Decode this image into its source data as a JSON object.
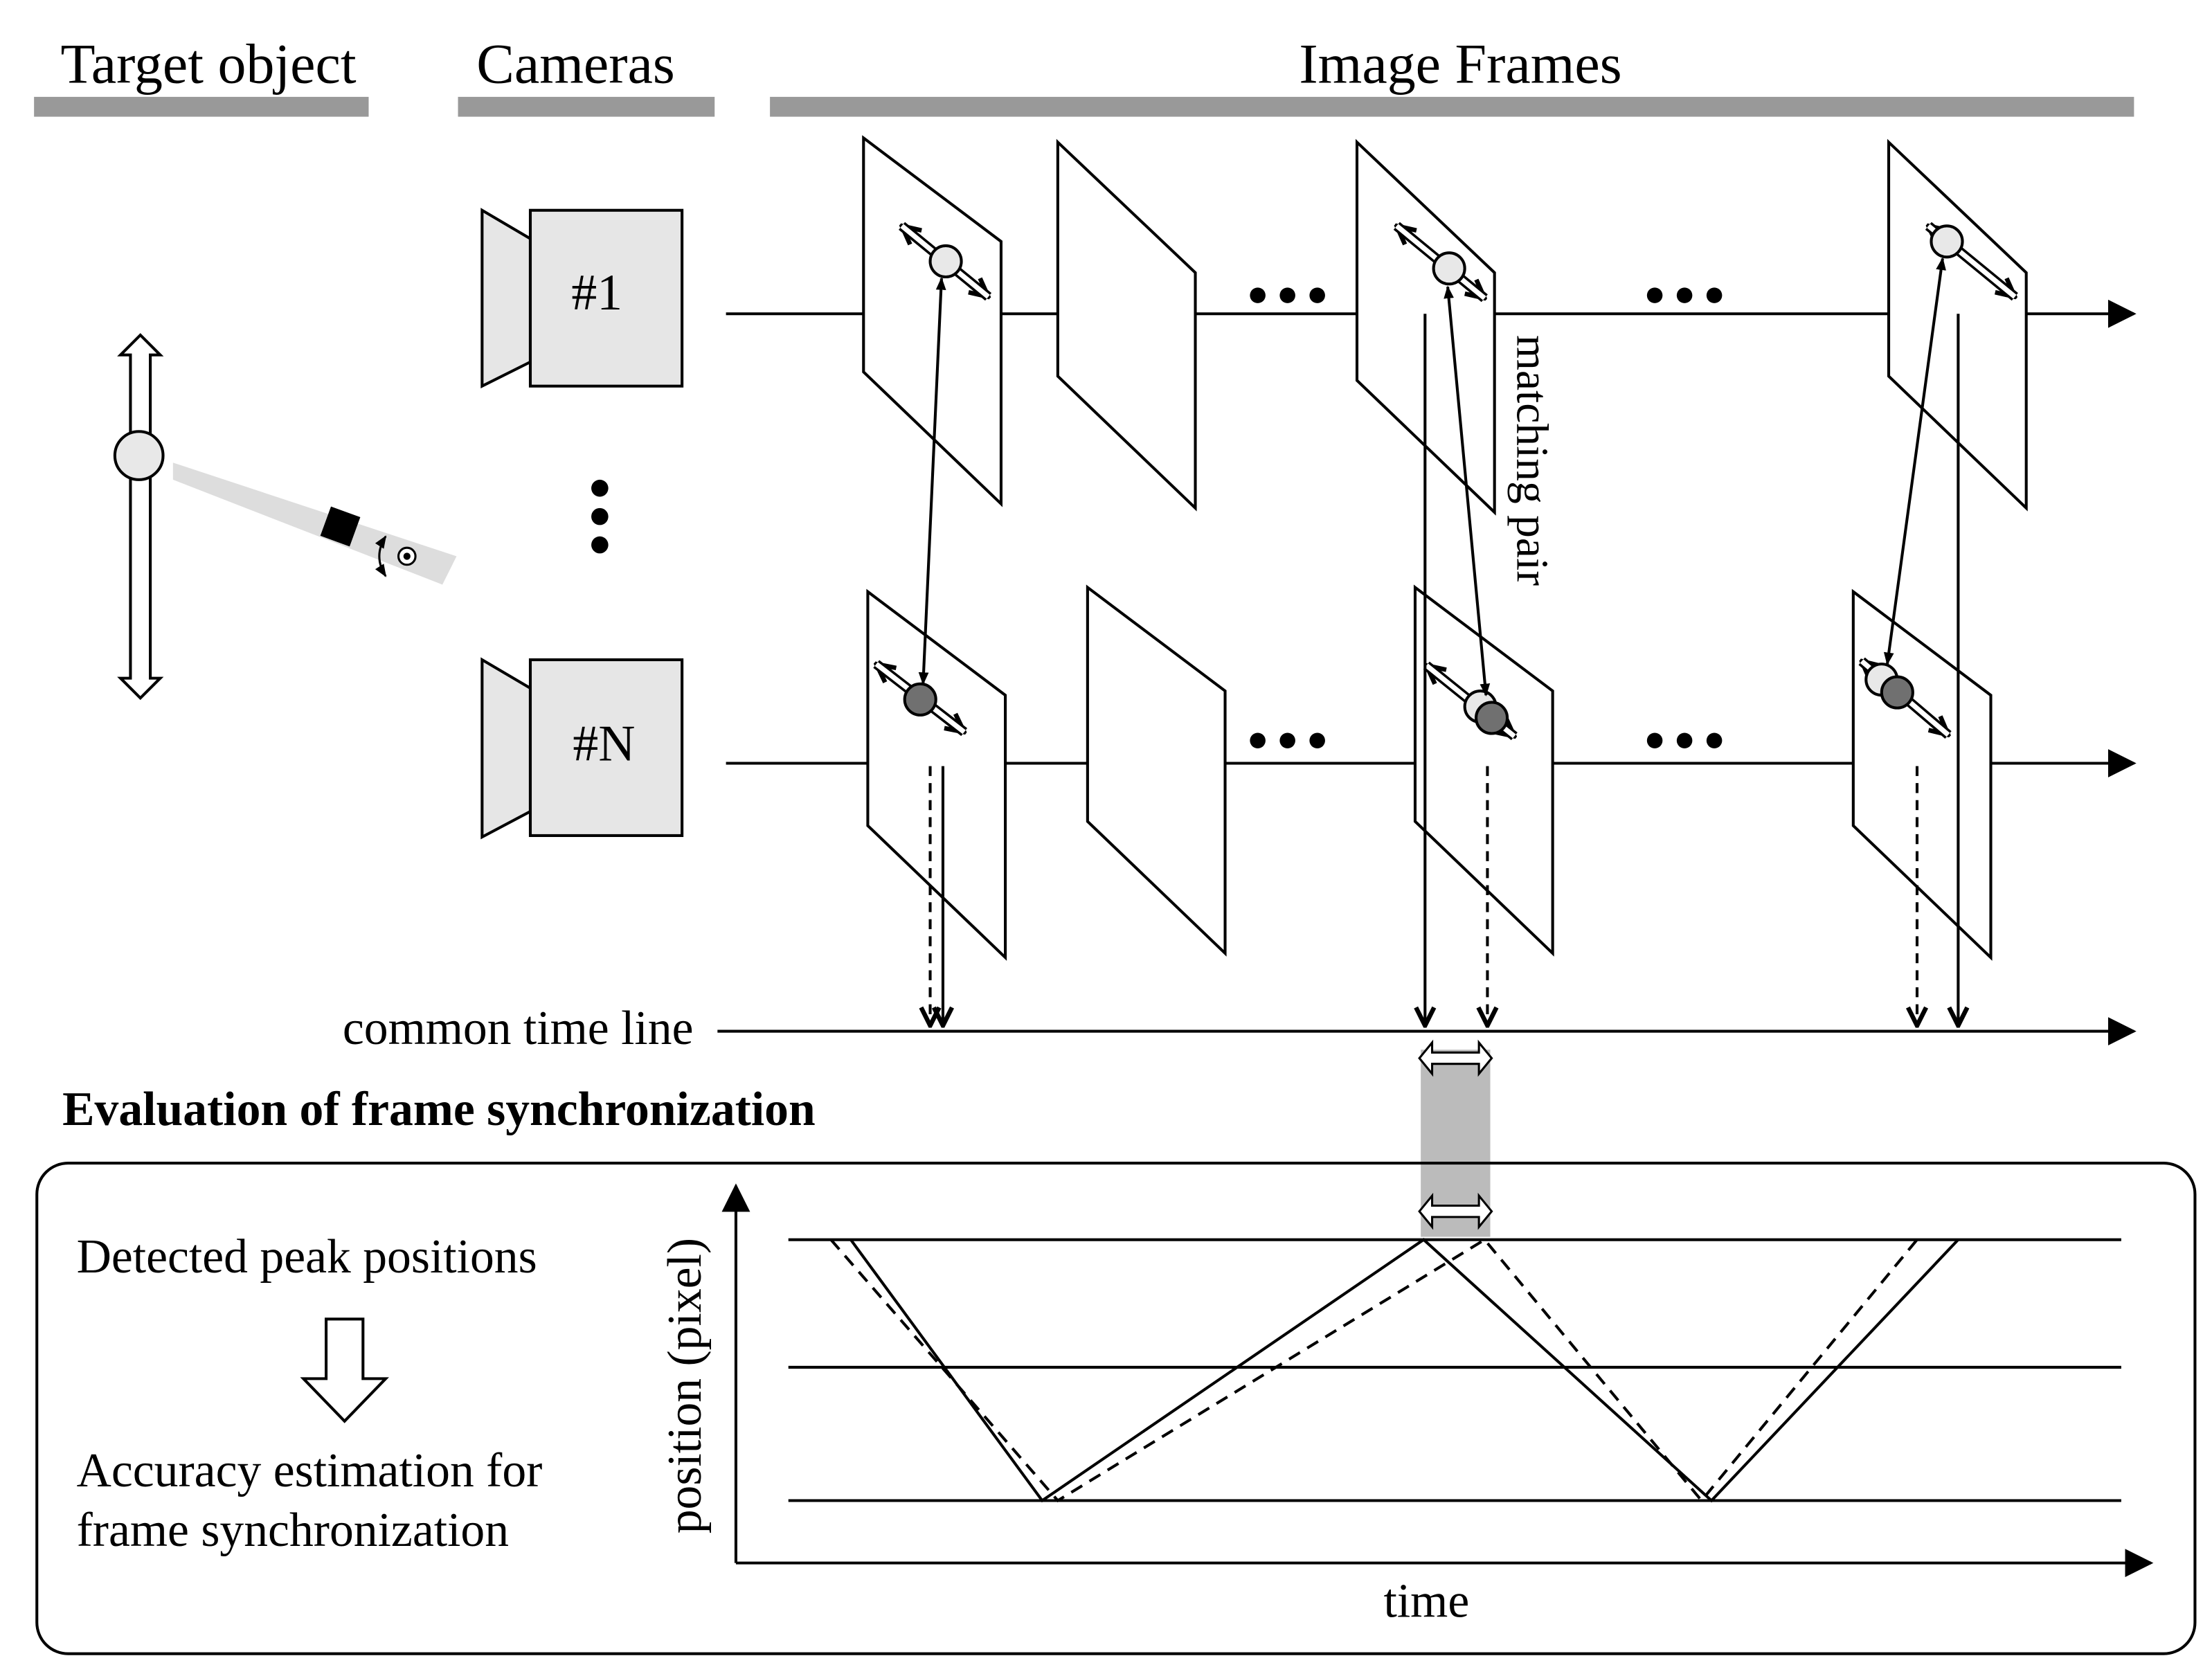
{
  "headers": {
    "target": "Target object",
    "cameras": "Cameras",
    "frames": "Image Frames"
  },
  "cameras": {
    "first": "#1",
    "last": "#N"
  },
  "annotations": {
    "matching_pair": "matching pair",
    "common_time_line": "common time line"
  },
  "evaluation": {
    "title": "Evaluation of frame synchronization",
    "step1": "Detected peak positions",
    "step2_line1": "Accuracy estimation for",
    "step2_line2": "frame synchronization",
    "xlabel": "time",
    "ylabel": "position (pixel)"
  },
  "colors": {
    "header_bar": "#999999",
    "camera_fill": "#e6e6e6",
    "marker_light": "#e8e8e8",
    "marker_dark": "#707070",
    "highlight": "#bbbbbb"
  }
}
